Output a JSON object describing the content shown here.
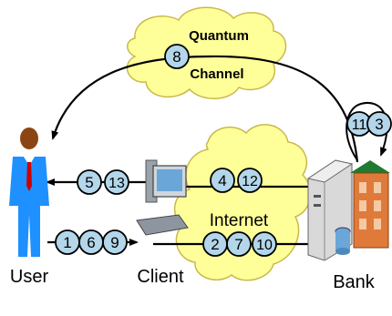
{
  "cloud_labels": {
    "quantum_line1": "Quantum",
    "quantum_line2": "Channel",
    "internet": "Internet"
  },
  "actors": {
    "user": "User",
    "client": "Client",
    "bank": "Bank"
  },
  "steps": {
    "quantum": [
      "8"
    ],
    "bank_local": [
      "11",
      "3"
    ],
    "internet_to_client": [
      "4",
      "12"
    ],
    "client_to_user": [
      "5",
      "13"
    ],
    "user_to_client": [
      "1",
      "6",
      "9"
    ],
    "internet_to_bank": [
      "2",
      "7",
      "10"
    ]
  },
  "colors": {
    "cloud_fill": "#ffff99",
    "step_circle": "#b3d6ea",
    "user_body": "#1e90ff",
    "user_head": "#8b4513",
    "tie": "#cc0000",
    "bank_building": "#e07a3a",
    "bank_roof": "#1f7a32",
    "server": "#d9d9d9",
    "arrow": "#000000"
  }
}
